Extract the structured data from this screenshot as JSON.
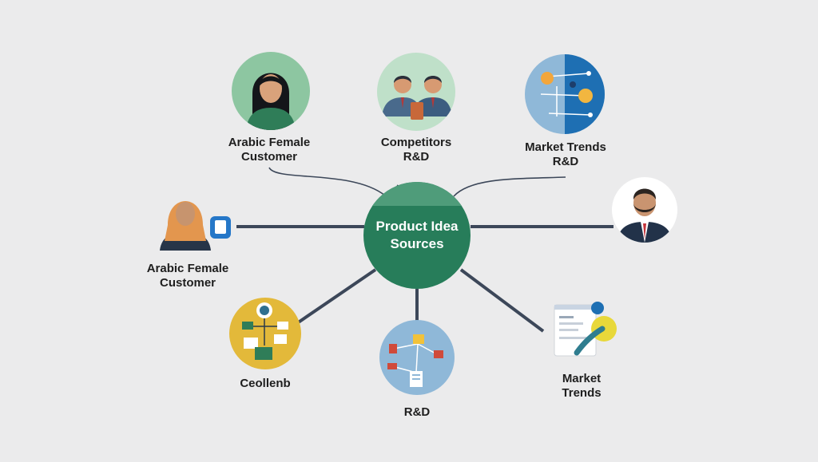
{
  "hub": {
    "title_line1": "Product Idea",
    "title_line2": "Sources"
  },
  "nodes": [
    {
      "id": "arabic-female-top",
      "label_line1": "Arabic Female",
      "label_line2": "Customer",
      "bg": "#8dc6a1",
      "icon": "woman-avatar-icon"
    },
    {
      "id": "competitors",
      "label_line1": "Competitors",
      "label_line2": "R&D",
      "bg": "#bfe0c9",
      "icon": "business-men-icon"
    },
    {
      "id": "market-trends-top",
      "label_line1": "Market Trends",
      "label_line2": "R&D",
      "bg": "#1e6fb3",
      "icon": "network-flow-icon"
    },
    {
      "id": "arabic-female-left",
      "label_line1": "Arabic Female",
      "label_line2": "Customer",
      "bg": "#ebebec",
      "icon": "hijab-woman-icon"
    },
    {
      "id": "man-right",
      "bg": "#ffffff",
      "icon": "bearded-man-icon"
    },
    {
      "id": "ceollenb",
      "label_line1": "Ceollenb",
      "bg": "#e3b93a",
      "icon": "flowchart-icon"
    },
    {
      "id": "rnd",
      "label_line1": "R&D",
      "bg": "#8fb8d8",
      "icon": "process-map-icon"
    },
    {
      "id": "market-trends-bottom",
      "label_line1": "Market",
      "label_line2": "Trends",
      "bg": "#ebebec",
      "icon": "analytics-dashboard-icon"
    }
  ],
  "colors": {
    "hub": "#277d5a",
    "line": "#3c4759",
    "text": "#1e1e1e",
    "background": "#ebebec"
  }
}
